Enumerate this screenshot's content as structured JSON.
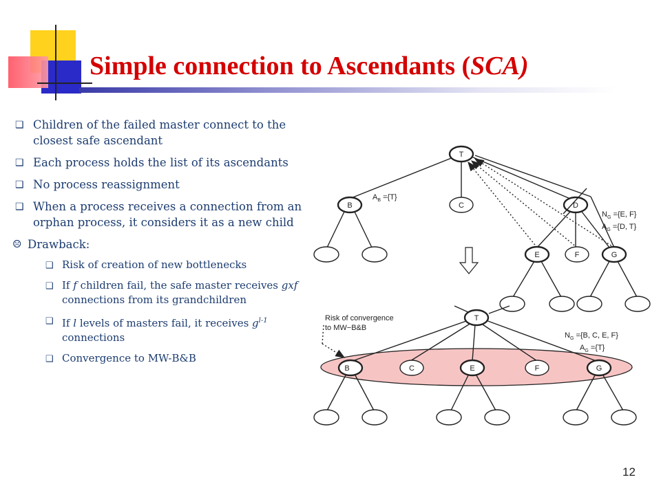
{
  "slide": {
    "title_main": "Simple connection to Ascendants (",
    "title_italic": "SCA)",
    "page_number": "12"
  },
  "bullets": [
    {
      "level": 1,
      "text": "Children of the failed master connect to the closest safe ascendant"
    },
    {
      "level": 1,
      "text": "Each process holds the list of its ascendants"
    },
    {
      "level": 1,
      "text": "No process reassignment"
    },
    {
      "level": 1,
      "text": "When a process receives a connection from an orphan process, it considers it as a new child"
    }
  ],
  "drawback": {
    "label": "Drawback:",
    "risk": "Risk of creation of new bottlenecks",
    "f_prefix": "If ",
    "f_var": "f",
    "f_mid": " children fail, the safe master receives ",
    "f_gxf": "gxf",
    "f_suffix": " connections from its grandchildren",
    "l_prefix": "If ",
    "l_var": "l",
    "l_mid": " levels of masters fail, it receives ",
    "l_g": "g",
    "l_exp": "l-1",
    "l_suffix": " connections",
    "convergence": "Convergence to MW-B&B"
  },
  "diagram_top": {
    "nodes": {
      "T": "T",
      "B": "B",
      "C": "C",
      "D": "D",
      "E": "E",
      "F": "F",
      "G": "G"
    },
    "ab_label": "A",
    "ab_sub": "B",
    "ab_value": " ={T}",
    "ng_label": "N",
    "ng_sub": "G",
    "ng_value": " ={E, F}",
    "ag_label": "A",
    "ag_sub": "G",
    "ag_value": " ={D, T}"
  },
  "diagram_bottom": {
    "nodes": {
      "T": "T",
      "B": "B",
      "C": "C",
      "E": "E",
      "F": "F",
      "G": "G"
    },
    "risk_line1": "Risk of convergence",
    "risk_line2": "to MW−B&B",
    "ng_label": "N",
    "ng_sub": "G",
    "ng_value": " ={B, C, E, F}",
    "ag_label": "A",
    "ag_sub": "G",
    "ag_value": " ={T}"
  },
  "colors": {
    "title": "#d40000",
    "text": "#1c3c70",
    "highlight_ellipse": "#f7c4c4"
  },
  "icons": {
    "bullet": "square-bullet-icon",
    "drawback": "frowny-face-icon",
    "transition": "down-arrow-icon"
  }
}
